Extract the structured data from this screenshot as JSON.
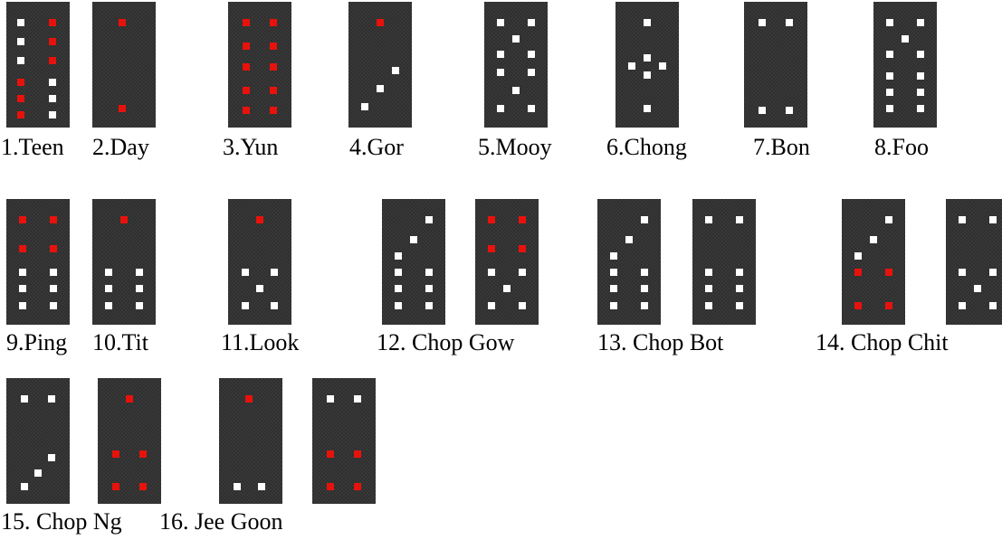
{
  "colors": {
    "tile": "#2f2f2f",
    "pip_red": "#e8120c",
    "pip_white": "#ffffff",
    "label": "#000000"
  },
  "tiles": [
    {
      "name": "Teen",
      "label": "1.Teen",
      "pips": [
        [
          "w",
          0.15,
          0.13
        ],
        [
          "r",
          0.8,
          0.13
        ],
        [
          "w",
          0.15,
          0.31
        ],
        [
          "r",
          0.8,
          0.31
        ],
        [
          "w",
          0.15,
          0.49
        ],
        [
          "r",
          0.8,
          0.49
        ],
        [
          "r",
          0.15,
          0.69
        ],
        [
          "w",
          0.8,
          0.69
        ],
        [
          "r",
          0.15,
          0.85
        ],
        [
          "w",
          0.8,
          0.85
        ],
        [
          "r",
          0.15,
          1.0
        ],
        [
          "w",
          0.8,
          1.0
        ]
      ]
    },
    {
      "name": "Day",
      "label": "2.Day",
      "pips": [
        [
          "r",
          0.47,
          0.13
        ],
        [
          "r",
          0.47,
          0.94
        ]
      ]
    },
    {
      "name": "Yun",
      "label": "3.Yun",
      "pips": [
        [
          "r",
          0.22,
          0.13
        ],
        [
          "r",
          0.78,
          0.13
        ],
        [
          "r",
          0.22,
          0.35
        ],
        [
          "r",
          0.78,
          0.35
        ],
        [
          "r",
          0.22,
          0.55
        ],
        [
          "r",
          0.78,
          0.55
        ],
        [
          "r",
          0.22,
          0.77
        ],
        [
          "r",
          0.78,
          0.77
        ],
        [
          "r",
          0.22,
          0.96
        ],
        [
          "r",
          0.78,
          0.96
        ]
      ]
    },
    {
      "name": "Gor",
      "label": "4.Gor",
      "pips": [
        [
          "r",
          0.5,
          0.13
        ],
        [
          "w",
          0.82,
          0.58
        ],
        [
          "w",
          0.5,
          0.75
        ],
        [
          "w",
          0.18,
          0.92
        ]
      ]
    },
    {
      "name": "Mooy",
      "label": "5.Mooy",
      "pips": [
        [
          "w",
          0.18,
          0.13
        ],
        [
          "w",
          0.82,
          0.13
        ],
        [
          "w",
          0.5,
          0.28
        ],
        [
          "w",
          0.18,
          0.43
        ],
        [
          "w",
          0.82,
          0.43
        ],
        [
          "w",
          0.18,
          0.6
        ],
        [
          "w",
          0.82,
          0.6
        ],
        [
          "w",
          0.5,
          0.77
        ],
        [
          "w",
          0.18,
          0.94
        ],
        [
          "w",
          0.82,
          0.94
        ]
      ]
    },
    {
      "name": "Chong",
      "label": "6.Chong",
      "pips": [
        [
          "w",
          0.5,
          0.13
        ],
        [
          "w",
          0.5,
          0.46
        ],
        [
          "w",
          0.18,
          0.54
        ],
        [
          "w",
          0.82,
          0.54
        ],
        [
          "w",
          0.5,
          0.62
        ],
        [
          "w",
          0.5,
          0.94
        ]
      ]
    },
    {
      "name": "Bon",
      "label": "7.Bon",
      "pips": [
        [
          "w",
          0.22,
          0.13
        ],
        [
          "w",
          0.78,
          0.13
        ],
        [
          "w",
          0.22,
          0.96
        ],
        [
          "w",
          0.78,
          0.96
        ]
      ]
    },
    {
      "name": "Foo",
      "label": "8.Foo",
      "pips": [
        [
          "w",
          0.18,
          0.13
        ],
        [
          "w",
          0.82,
          0.13
        ],
        [
          "w",
          0.5,
          0.28
        ],
        [
          "w",
          0.18,
          0.43
        ],
        [
          "w",
          0.82,
          0.43
        ],
        [
          "w",
          0.18,
          0.63
        ],
        [
          "w",
          0.82,
          0.63
        ],
        [
          "w",
          0.18,
          0.79
        ],
        [
          "w",
          0.82,
          0.79
        ],
        [
          "w",
          0.18,
          0.94
        ],
        [
          "w",
          0.82,
          0.94
        ]
      ]
    },
    {
      "name": "Ping",
      "label": "9.Ping",
      "pips": [
        [
          "r",
          0.18,
          0.13
        ],
        [
          "r",
          0.82,
          0.13
        ],
        [
          "r",
          0.18,
          0.4
        ],
        [
          "r",
          0.82,
          0.4
        ],
        [
          "w",
          0.18,
          0.62
        ],
        [
          "w",
          0.82,
          0.62
        ],
        [
          "w",
          0.18,
          0.78
        ],
        [
          "w",
          0.82,
          0.78
        ],
        [
          "w",
          0.18,
          0.94
        ],
        [
          "w",
          0.82,
          0.94
        ]
      ]
    },
    {
      "name": "Tit",
      "label": "10.Tit",
      "pips": [
        [
          "r",
          0.5,
          0.13
        ],
        [
          "w",
          0.18,
          0.62
        ],
        [
          "w",
          0.82,
          0.62
        ],
        [
          "w",
          0.18,
          0.78
        ],
        [
          "w",
          0.82,
          0.78
        ],
        [
          "w",
          0.18,
          0.94
        ],
        [
          "w",
          0.82,
          0.94
        ]
      ]
    },
    {
      "name": "Look",
      "label": "11.Look",
      "pips": [
        [
          "r",
          0.5,
          0.13
        ],
        [
          "w",
          0.2,
          0.62
        ],
        [
          "w",
          0.8,
          0.62
        ],
        [
          "w",
          0.5,
          0.78
        ],
        [
          "w",
          0.2,
          0.94
        ],
        [
          "w",
          0.8,
          0.94
        ]
      ]
    },
    {
      "name": "Chop Gow A",
      "label": "12. Chop Gow",
      "pips": [
        [
          "w",
          0.82,
          0.13
        ],
        [
          "w",
          0.5,
          0.32
        ],
        [
          "w",
          0.18,
          0.47
        ],
        [
          "w",
          0.18,
          0.62
        ],
        [
          "w",
          0.82,
          0.62
        ],
        [
          "w",
          0.18,
          0.78
        ],
        [
          "w",
          0.82,
          0.78
        ],
        [
          "w",
          0.18,
          0.94
        ],
        [
          "w",
          0.82,
          0.94
        ]
      ]
    },
    {
      "name": "Chop Gow B",
      "label": "",
      "pips": [
        [
          "r",
          0.18,
          0.13
        ],
        [
          "r",
          0.82,
          0.13
        ],
        [
          "r",
          0.18,
          0.4
        ],
        [
          "r",
          0.82,
          0.4
        ],
        [
          "w",
          0.18,
          0.62
        ],
        [
          "w",
          0.82,
          0.62
        ],
        [
          "w",
          0.5,
          0.78
        ],
        [
          "w",
          0.18,
          0.94
        ],
        [
          "w",
          0.82,
          0.94
        ]
      ]
    },
    {
      "name": "Chop Bot A",
      "label": "13. Chop Bot",
      "pips": [
        [
          "w",
          0.82,
          0.13
        ],
        [
          "w",
          0.5,
          0.32
        ],
        [
          "w",
          0.18,
          0.47
        ],
        [
          "w",
          0.18,
          0.62
        ],
        [
          "w",
          0.82,
          0.62
        ],
        [
          "w",
          0.18,
          0.78
        ],
        [
          "w",
          0.82,
          0.78
        ],
        [
          "w",
          0.18,
          0.94
        ],
        [
          "w",
          0.82,
          0.94
        ]
      ]
    },
    {
      "name": "Chop Bot B",
      "label": "",
      "pips": [
        [
          "w",
          0.18,
          0.13
        ],
        [
          "w",
          0.82,
          0.13
        ],
        [
          "w",
          0.18,
          0.62
        ],
        [
          "w",
          0.82,
          0.62
        ],
        [
          "w",
          0.18,
          0.78
        ],
        [
          "w",
          0.82,
          0.78
        ],
        [
          "w",
          0.18,
          0.94
        ],
        [
          "w",
          0.82,
          0.94
        ]
      ]
    },
    {
      "name": "Chop Chit A",
      "label": "14. Chop Chit",
      "pips": [
        [
          "w",
          0.82,
          0.13
        ],
        [
          "w",
          0.5,
          0.32
        ],
        [
          "w",
          0.18,
          0.47
        ],
        [
          "r",
          0.18,
          0.62
        ],
        [
          "r",
          0.82,
          0.62
        ],
        [
          "r",
          0.18,
          0.94
        ],
        [
          "r",
          0.82,
          0.94
        ]
      ]
    },
    {
      "name": "Chop Chit B",
      "label": "",
      "pips": [
        [
          "w",
          0.18,
          0.13
        ],
        [
          "w",
          0.82,
          0.13
        ],
        [
          "w",
          0.18,
          0.62
        ],
        [
          "w",
          0.82,
          0.62
        ],
        [
          "w",
          0.5,
          0.78
        ],
        [
          "w",
          0.18,
          0.94
        ],
        [
          "w",
          0.82,
          0.94
        ]
      ]
    },
    {
      "name": "Chop Ng A",
      "label": "15. Chop Ng",
      "pips": [
        [
          "w",
          0.22,
          0.13
        ],
        [
          "w",
          0.78,
          0.13
        ],
        [
          "w",
          0.78,
          0.68
        ],
        [
          "w",
          0.5,
          0.83
        ],
        [
          "w",
          0.22,
          0.96
        ]
      ]
    },
    {
      "name": "Chop Ng B",
      "label": "",
      "pips": [
        [
          "r",
          0.5,
          0.13
        ],
        [
          "r",
          0.22,
          0.65
        ],
        [
          "r",
          0.78,
          0.65
        ],
        [
          "r",
          0.22,
          0.96
        ],
        [
          "r",
          0.78,
          0.96
        ]
      ]
    },
    {
      "name": "Jee Goon A",
      "label": "16. Jee Goon",
      "pips": [
        [
          "r",
          0.47,
          0.13
        ],
        [
          "w",
          0.22,
          0.96
        ],
        [
          "w",
          0.72,
          0.96
        ]
      ]
    },
    {
      "name": "Jee Goon B",
      "label": "",
      "pips": [
        [
          "w",
          0.22,
          0.13
        ],
        [
          "w",
          0.78,
          0.13
        ],
        [
          "r",
          0.22,
          0.65
        ],
        [
          "r",
          0.78,
          0.65
        ],
        [
          "r",
          0.22,
          0.96
        ],
        [
          "r",
          0.78,
          0.96
        ]
      ]
    }
  ]
}
